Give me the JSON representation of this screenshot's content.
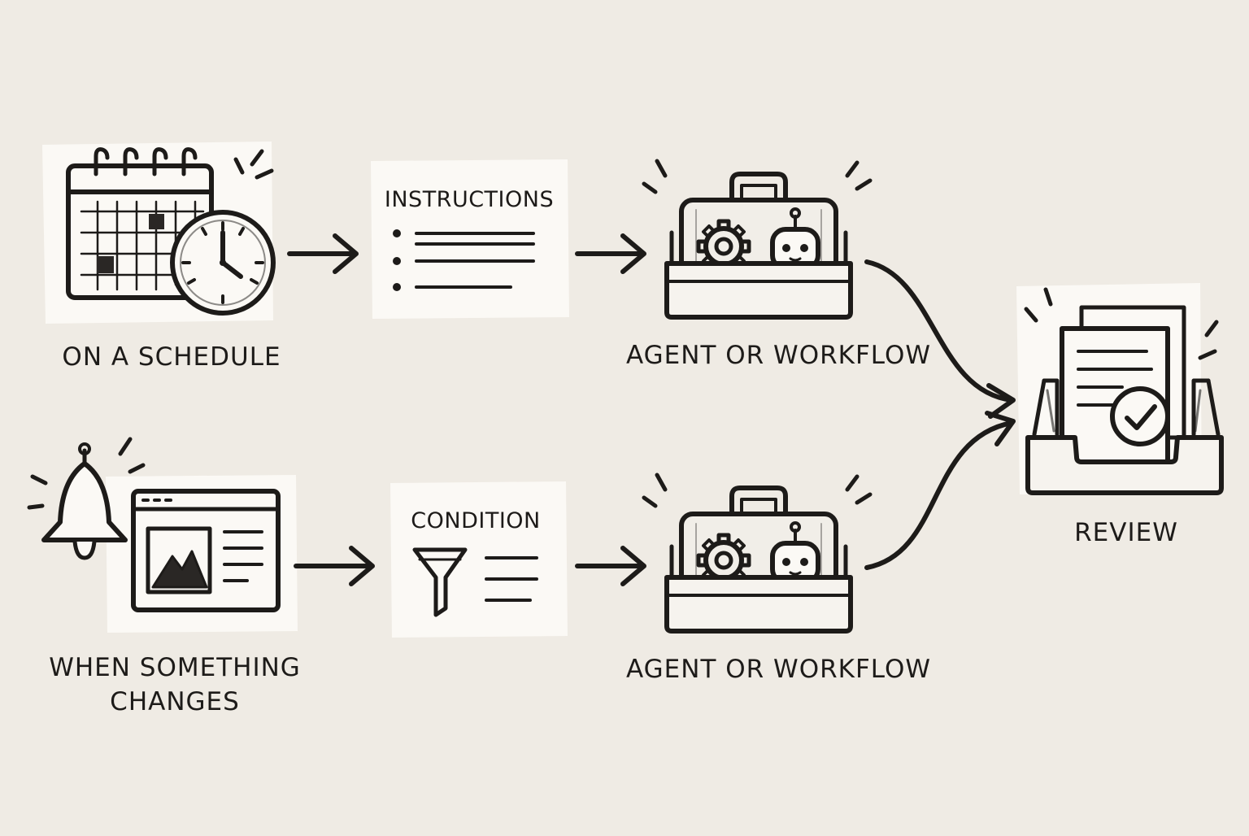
{
  "diagram": {
    "nodes": {
      "schedule_trigger": {
        "label": "ON A SCHEDULE"
      },
      "change_trigger": {
        "label_line1": "WHEN SOMETHING",
        "label_line2": "CHANGES"
      },
      "instructions": {
        "title": "INSTRUCTIONS"
      },
      "condition": {
        "title": "CONDITION"
      },
      "agent_top": {
        "label": "AGENT OR WORKFLOW"
      },
      "agent_bottom": {
        "label": "AGENT OR WORKFLOW"
      },
      "review": {
        "label": "REVIEW"
      }
    },
    "edges": [
      {
        "from": "schedule_trigger",
        "to": "instructions"
      },
      {
        "from": "instructions",
        "to": "agent_top"
      },
      {
        "from": "agent_top",
        "to": "review"
      },
      {
        "from": "change_trigger",
        "to": "condition"
      },
      {
        "from": "condition",
        "to": "agent_bottom"
      },
      {
        "from": "agent_bottom",
        "to": "review"
      }
    ]
  },
  "colors": {
    "ink": "#1d1b19",
    "paper": "#fbf9f5",
    "background": "#efebe4",
    "tint": "#f1eee8"
  },
  "icons": [
    "calendar-icon",
    "clock-icon",
    "bell-icon",
    "browser-window-icon",
    "mountain-image-icon",
    "bullet-list-icon",
    "funnel-icon",
    "toolbox-icon",
    "gear-icon",
    "robot-icon",
    "inbox-tray-icon",
    "document-icon",
    "checkmark-icon"
  ]
}
